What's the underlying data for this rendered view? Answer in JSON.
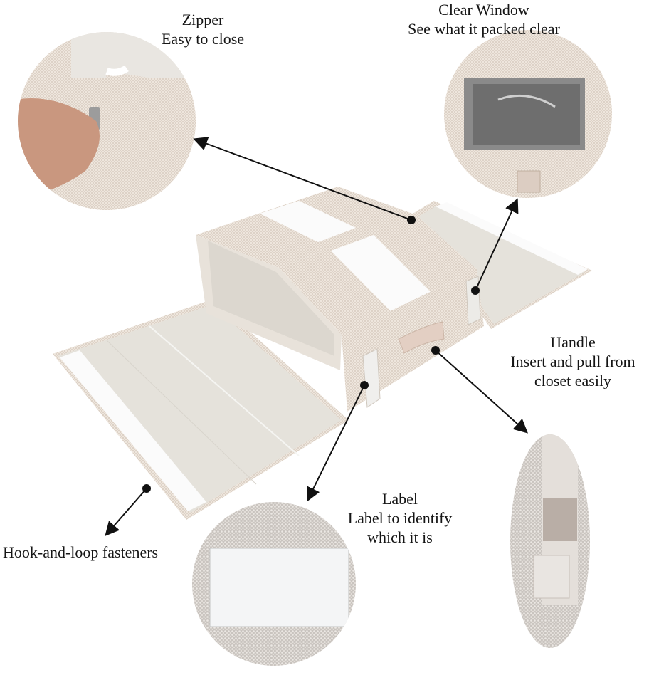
{
  "callouts": {
    "zipper": {
      "title": "Zipper",
      "desc": "Easy to close"
    },
    "window": {
      "title": "Clear Window",
      "desc": "See what it packed clear"
    },
    "handle": {
      "title": "Handle",
      "desc_line1": "Insert and pull from",
      "desc_line2": "closet easily"
    },
    "label": {
      "title": "Label",
      "desc_line1": "Label to identify",
      "desc_line2": "which it is"
    },
    "fastener": {
      "title": "Hook-and-loop fasteners"
    }
  },
  "colors": {
    "fabric": "#e6dcd2",
    "fabric_dark": "#d6cabe",
    "lining": "#e4e1da",
    "strip": "#fafafa",
    "arrow": "#111111",
    "window_dark": "#6e6e6e",
    "skin": "#c9977f"
  }
}
